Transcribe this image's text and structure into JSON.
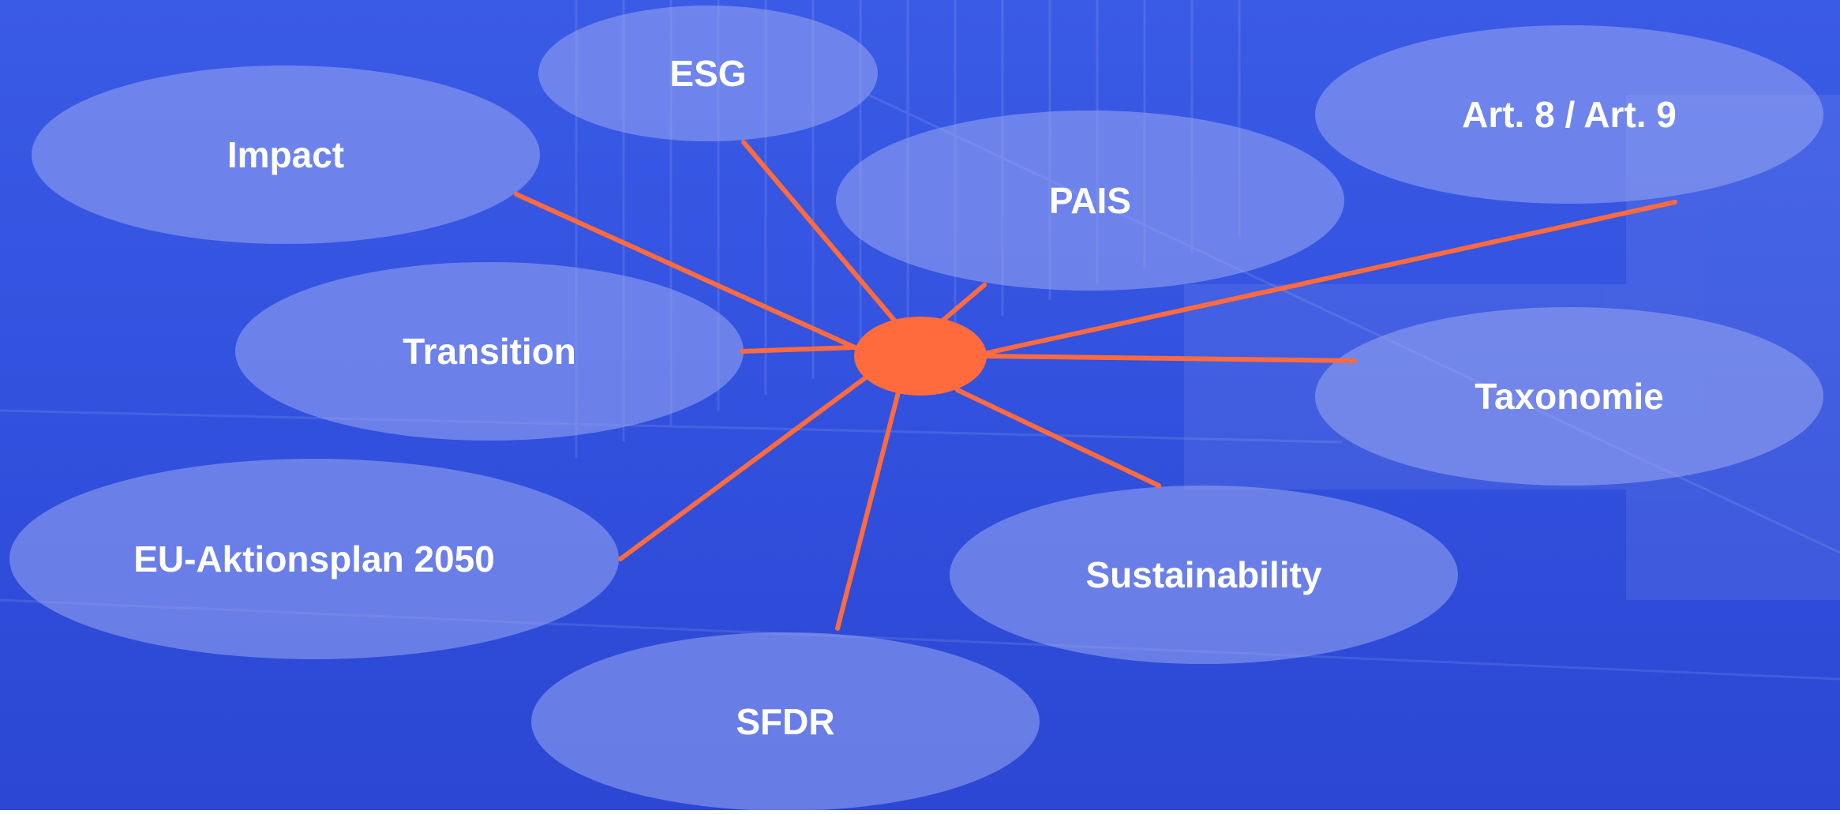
{
  "colors": {
    "accent": "#ff6b3d",
    "bubble": "#9aa8f2",
    "text": "#ffffff"
  },
  "nodes": [
    {
      "id": "esg",
      "label": "ESG"
    },
    {
      "id": "impact",
      "label": "Impact"
    },
    {
      "id": "pais",
      "label": "PAIS"
    },
    {
      "id": "art89",
      "label": "Art. 8 / Art. 9"
    },
    {
      "id": "transition",
      "label": "Transition"
    },
    {
      "id": "taxonomie",
      "label": "Taxonomie"
    },
    {
      "id": "eu",
      "label": "EU-Aktionsplan 2050"
    },
    {
      "id": "sustainability",
      "label": "Sustainability"
    },
    {
      "id": "sfdr",
      "label": "SFDR"
    }
  ]
}
